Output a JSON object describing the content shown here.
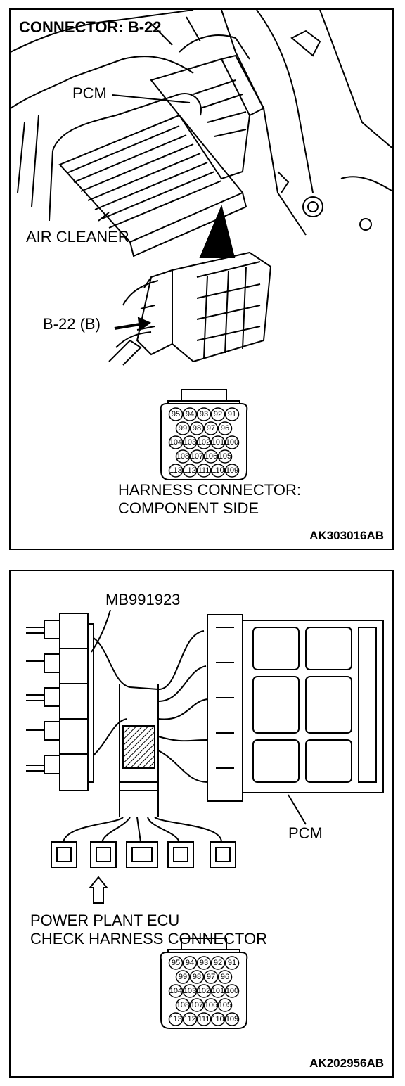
{
  "panel1": {
    "title": "CONNECTOR: B-22",
    "labels": {
      "pcm": "PCM",
      "air_cleaner": "AIR CLEANER",
      "connector": "B-22 (B)",
      "harness_line1": "HARNESS CONNECTOR:",
      "harness_line2": "COMPONENT SIDE"
    },
    "ref_code": "AK303016AB"
  },
  "panel2": {
    "labels": {
      "tool": "MB991923",
      "pcm": "PCM",
      "check_line1": "POWER PLANT ECU",
      "check_line2": "CHECK HARNESS CONNECTOR"
    },
    "ref_code": "AK202956AB"
  },
  "connector_pins": {
    "row1": [
      "95",
      "94",
      "93",
      "92",
      "91"
    ],
    "row2": [
      "99",
      "98",
      "97",
      "96"
    ],
    "row3": [
      "104",
      "103",
      "102",
      "101",
      "100"
    ],
    "row4": [
      "108",
      "107",
      "106",
      "105"
    ],
    "row5": [
      "113",
      "112",
      "111",
      "110",
      "109"
    ]
  }
}
